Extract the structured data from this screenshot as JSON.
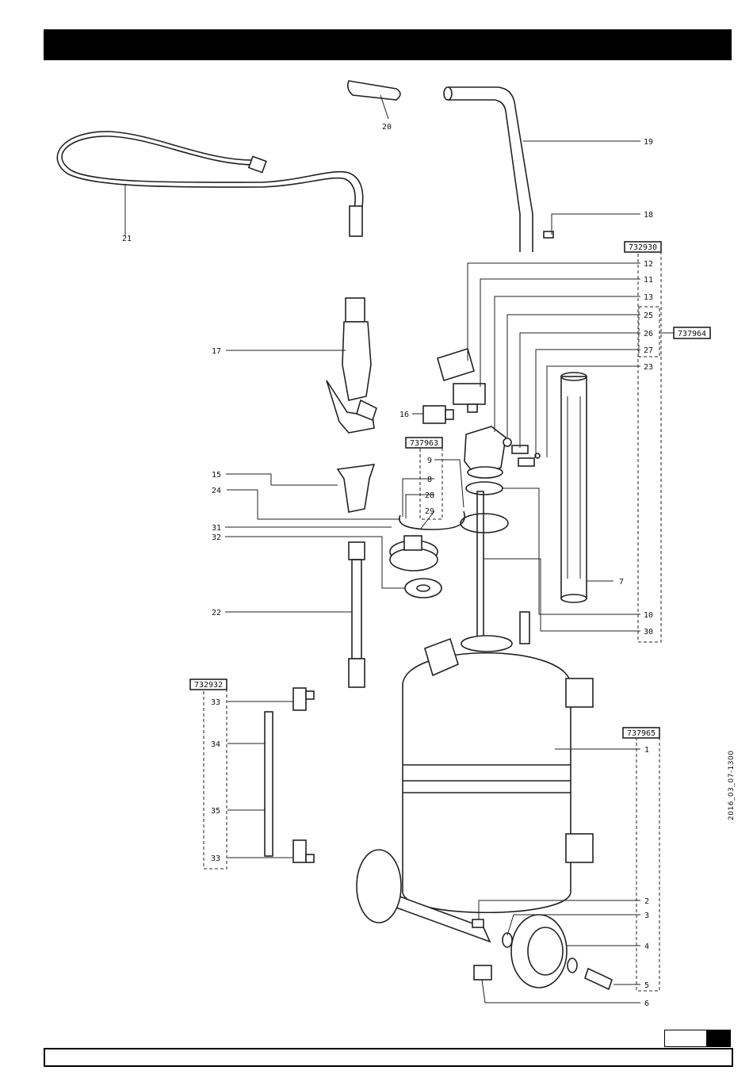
{
  "document_code": "2016_03_07-1300",
  "kits": [
    {
      "code": "732930"
    },
    {
      "code": "737964"
    },
    {
      "code": "737963"
    },
    {
      "code": "732932"
    },
    {
      "code": "737965"
    }
  ],
  "part_labels": {
    "p1": "1",
    "p2": "2",
    "p3": "3",
    "p4": "4",
    "p5": "5",
    "p6": "6",
    "p7": "7",
    "p8": "8",
    "p9": "9",
    "p10": "10",
    "p11": "11",
    "p12": "12",
    "p13": "13",
    "p15": "15",
    "p16": "16",
    "p17": "17",
    "p18": "18",
    "p19": "19",
    "p20": "20",
    "p21": "21",
    "p22": "22",
    "p23": "23",
    "p24": "24",
    "p25": "25",
    "p26": "26",
    "p27": "27",
    "p28": "28",
    "p29": "29",
    "p30": "30",
    "p31": "31",
    "p32": "32",
    "p33a": "33",
    "p33b": "33",
    "p34": "34",
    "p35": "35"
  }
}
